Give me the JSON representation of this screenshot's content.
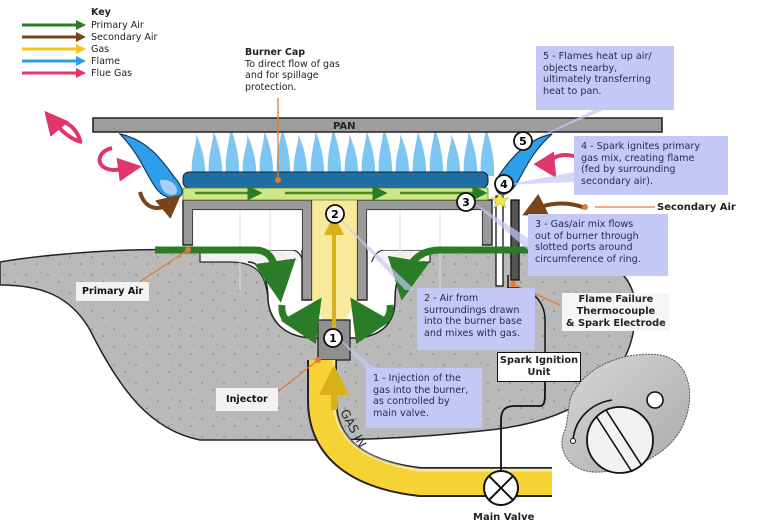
{
  "colors": {
    "primary_air": "#2a7d26",
    "secondary_air": "#7a4418",
    "gas": "#f5c518",
    "flame": "#2f9ee8",
    "flue_gas": "#e0376a",
    "callout_bg": "#c3c8f5",
    "ground": "#b9b9b9",
    "leader": "#e67a2e"
  },
  "key": {
    "title": "Key",
    "items": [
      {
        "label": "Primary Air",
        "color_ref": "primary_air"
      },
      {
        "label": "Secondary Air",
        "color_ref": "secondary_air"
      },
      {
        "label": "Gas",
        "color_ref": "gas"
      },
      {
        "label": "Flame",
        "color_ref": "flame"
      },
      {
        "label": "Flue Gas",
        "color_ref": "flue_gas"
      }
    ]
  },
  "burner_cap": {
    "title": "Burner Cap",
    "desc": [
      "To direct flow of gas",
      "and for spillage",
      "protection."
    ]
  },
  "pan_label": "PAN",
  "steps": [
    {
      "num": "1",
      "text": [
        "1 - Injection of the",
        "gas into the burner,",
        "as controlled by",
        "main valve."
      ]
    },
    {
      "num": "2",
      "text": [
        "2 - Air from",
        "surroundings drawn",
        "into the burner base",
        "and mixes with gas."
      ]
    },
    {
      "num": "3",
      "text": [
        "3 - Gas/air mix flows",
        "out of burner through",
        "slotted ports around",
        "circumference of ring."
      ]
    },
    {
      "num": "4",
      "text": [
        "4 - Spark ignites primary",
        "gas mix, creating flame",
        "(fed by surrounding",
        "secondary air)."
      ]
    },
    {
      "num": "5",
      "text": [
        "5 - Flames heat up air/",
        "objects nearby,",
        "ultimately transferring",
        "heat to pan."
      ]
    }
  ],
  "labels": {
    "secondary_air": "Secondary Air",
    "primary_air": "Primary Air",
    "injector": "Injector",
    "flame_failure": [
      "Flame Failure",
      "Thermocouple",
      "& Spark Electrode"
    ],
    "spark_unit": [
      "Spark Ignition",
      "Unit"
    ],
    "main_valve": "Main Valve",
    "gas_in": "GAS IN"
  }
}
